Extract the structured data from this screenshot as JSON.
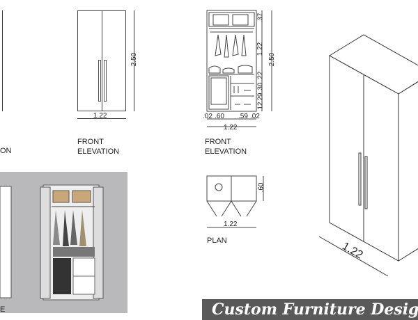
{
  "closed_elevation": {
    "width": "1.22",
    "height": "2.50",
    "label_line1": "FRONT",
    "label_line2": "ELEVATION"
  },
  "open_elevation": {
    "width": "1.22",
    "height": "2.50",
    "bottom_dims": [
      ".02",
      ".60",
      ".59",
      ".02"
    ],
    "side_dims": [
      ".37",
      "1.22",
      ".22",
      ".30",
      ".29",
      ".12"
    ],
    "label_line1": "FRONT",
    "label_line2": "ELEVATION"
  },
  "plan": {
    "width": "1.22",
    "depth": ".60",
    "label": "PLAN"
  },
  "left_cut": {
    "elevation_label_fragment": "ON",
    "perspective_label_fragment": "E"
  },
  "isometric": {
    "width": "1.22"
  },
  "banner": {
    "title": "Custom Furniture Desig"
  },
  "colors": {
    "panel_grey": "#b9b9bc",
    "banner": "#595959"
  }
}
